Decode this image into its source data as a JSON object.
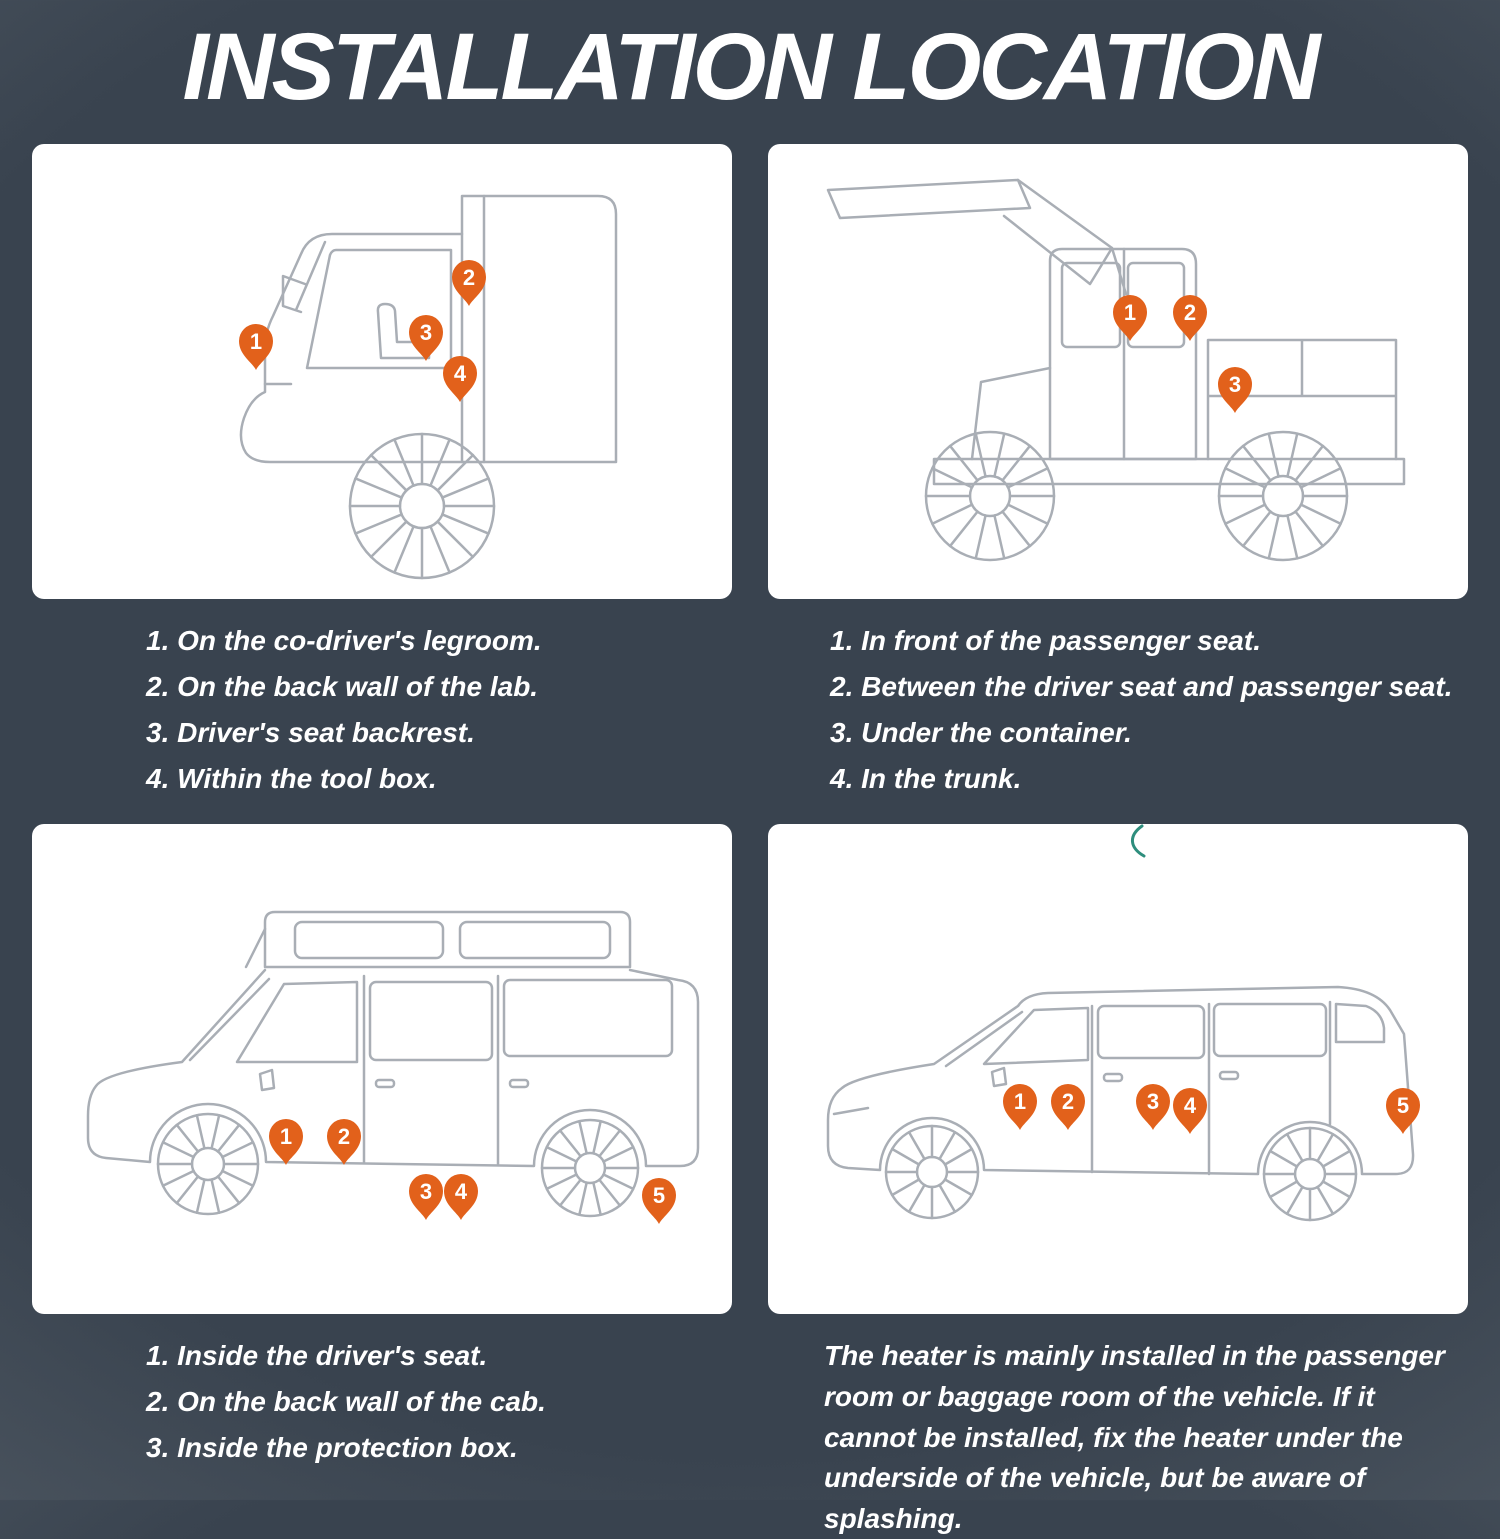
{
  "title": "INSTALLATION LOCATION",
  "colors": {
    "bg_center": "#39434f",
    "bg_edge": "#5f6871",
    "panel_bg": "#ffffff",
    "pin": "#e2611b",
    "line_art": "#a9aeb5",
    "note_text": "#ffffff",
    "squiggle": "#2e8e7d"
  },
  "panels": [
    {
      "id": "box-truck",
      "vehicle": "box truck side view with numbered location pins",
      "pins": [
        "1",
        "2",
        "3",
        "4"
      ],
      "notes": [
        "1. On the co-driver's legroom.",
        "2. On the back wall of the lab.",
        "3. Driver's seat backrest.",
        "4. Within the tool box."
      ]
    },
    {
      "id": "dump-truck",
      "vehicle": "dump truck with raised tipper bed and numbered location pins",
      "pins": [
        "1",
        "2",
        "3"
      ],
      "notes": [
        "1. In front of the passenger seat.",
        "2. Between the driver seat and passenger seat.",
        "3. Under the container.",
        "4. In the trunk."
      ]
    },
    {
      "id": "camper-van",
      "vehicle": "camper van with pop-top roof and numbered location pins",
      "pins": [
        "1",
        "2",
        "3",
        "4",
        "5"
      ],
      "notes": [
        "1. Inside the driver's seat.",
        "2. On the back wall of the cab.",
        "3. Inside the protection box."
      ]
    },
    {
      "id": "minivan",
      "vehicle": "minivan side view with numbered location pins",
      "pins": [
        "1",
        "2",
        "3",
        "4",
        "5"
      ],
      "paragraph": "The heater is mainly installed in the passenger room or baggage room of the vehicle. If it cannot be installed, fix the heater under the underside of the vehicle, but be aware of splashing."
    }
  ]
}
